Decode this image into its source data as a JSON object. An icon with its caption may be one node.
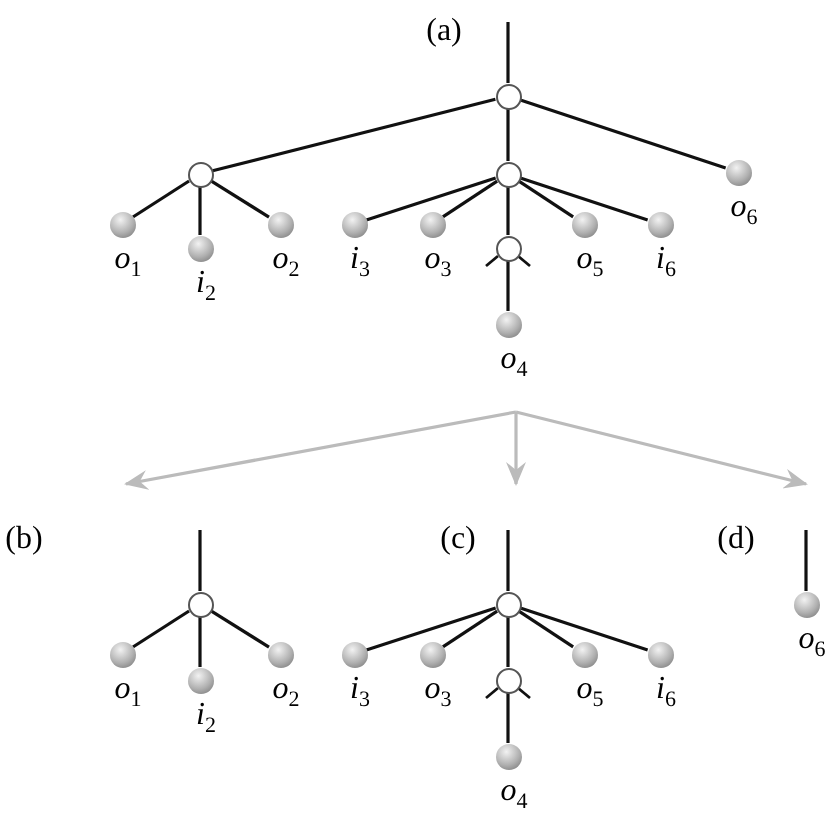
{
  "diagram": {
    "nodes": [
      {
        "text": [],
        "shape": "circle"
      },
      {
        "text": [],
        "shape": "circle"
      },
      {
        "text": [],
        "shape": "sphere",
        "beside": [
          "*o*$_{1}$"
        ]
      },
      {
        "text": [],
        "shape": "sphere",
        "beside": [
          "*i*$_{2}$"
        ]
      },
      {
        "text": [],
        "shape": "sphere",
        "beside": [
          "*o*$_{2}$"
        ]
      },
      {
        "text": [],
        "shape": "circle"
      },
      {
        "text": [],
        "shape": "sphere",
        "beside": [
          "*i*$_{3}$"
        ]
      },
      {
        "text": [],
        "shape": "sphere",
        "beside": [
          "*o*$_{3}$"
        ]
      },
      {
        "text": [],
        "shape": "circle"
      },
      {
        "text": [],
        "shape": "sphere",
        "beside": [
          "*o*$_{4}$"
        ]
      },
      {
        "text": [],
        "shape": "sphere",
        "beside": [
          "*o*$_{5}$"
        ]
      },
      {
        "text": [],
        "shape": "sphere",
        "beside": [
          "*i*$_{6}$"
        ]
      },
      {
        "text": [],
        "shape": "sphere",
        "beside": [
          "*o*$_{6}$"
        ]
      },
      {
        "text": [],
        "shape": "circle"
      },
      {
        "text": [],
        "shape": "sphere",
        "beside": [
          "*o*$_{1}$"
        ]
      },
      {
        "text": [],
        "shape": "sphere",
        "beside": [
          "*i*$_{2}$"
        ]
      },
      {
        "text": [],
        "shape": "sphere",
        "beside": [
          "*o*$_{2}$"
        ]
      },
      {
        "text": [],
        "shape": "circle"
      },
      {
        "text": [],
        "shape": "sphere",
        "beside": [
          "*i*$_{3}$"
        ]
      },
      {
        "text": [],
        "shape": "sphere",
        "beside": [
          "*o*$_{3}$"
        ]
      },
      {
        "text": [],
        "shape": "circle"
      },
      {
        "text": [],
        "shape": "sphere",
        "beside": [
          "*o*$_{4}$"
        ]
      },
      {
        "text": [],
        "shape": "sphere",
        "beside": [
          "*o*$_{5}$"
        ]
      },
      {
        "text": [],
        "shape": "sphere",
        "beside": [
          "*i*$_{6}$"
        ]
      },
      {
        "text": [],
        "shape": "sphere",
        "beside": [
          "*o*$_{6}$"
        ]
      }
    ],
    "edges": [
      {
        "from": null,
        "to": 0,
        "arrow": "none"
      },
      {
        "from": 0,
        "to": 1,
        "arrow": "none"
      },
      {
        "from": 0,
        "to": 5,
        "arrow": "none"
      },
      {
        "from": 0,
        "to": 12,
        "arrow": "none"
      },
      {
        "from": 1,
        "to": 2,
        "arrow": "none"
      },
      {
        "from": 1,
        "to": 3,
        "arrow": "none"
      },
      {
        "from": 1,
        "to": 4,
        "arrow": "none"
      },
      {
        "from": 5,
        "to": 6,
        "arrow": "none"
      },
      {
        "from": 5,
        "to": 7,
        "arrow": "none"
      },
      {
        "from": 5,
        "to": 8,
        "arrow": "none"
      },
      {
        "from": 5,
        "to": 10,
        "arrow": "none"
      },
      {
        "from": 5,
        "to": 11,
        "arrow": "none"
      },
      {
        "from": 8,
        "to": 9,
        "arrow": "none"
      },
      {
        "from": null,
        "to": 13,
        "arrow": "none"
      },
      {
        "from": 13,
        "to": 14,
        "arrow": "none"
      },
      {
        "from": 13,
        "to": 15,
        "arrow": "none"
      },
      {
        "from": 13,
        "to": 16,
        "arrow": "none"
      },
      {
        "from": null,
        "to": 17,
        "arrow": "none"
      },
      {
        "from": 17,
        "to": 18,
        "arrow": "none"
      },
      {
        "from": 17,
        "to": 19,
        "arrow": "none"
      },
      {
        "from": 17,
        "to": 20,
        "arrow": "none"
      },
      {
        "from": 17,
        "to": 22,
        "arrow": "none"
      },
      {
        "from": 17,
        "to": 23,
        "arrow": "none"
      },
      {
        "from": 20,
        "to": 21,
        "arrow": "none"
      },
      {
        "from": null,
        "to": 24,
        "arrow": "none"
      }
    ],
    "labels": [
      "(a)",
      "(b)",
      "(c)",
      "(d)"
    ]
  }
}
